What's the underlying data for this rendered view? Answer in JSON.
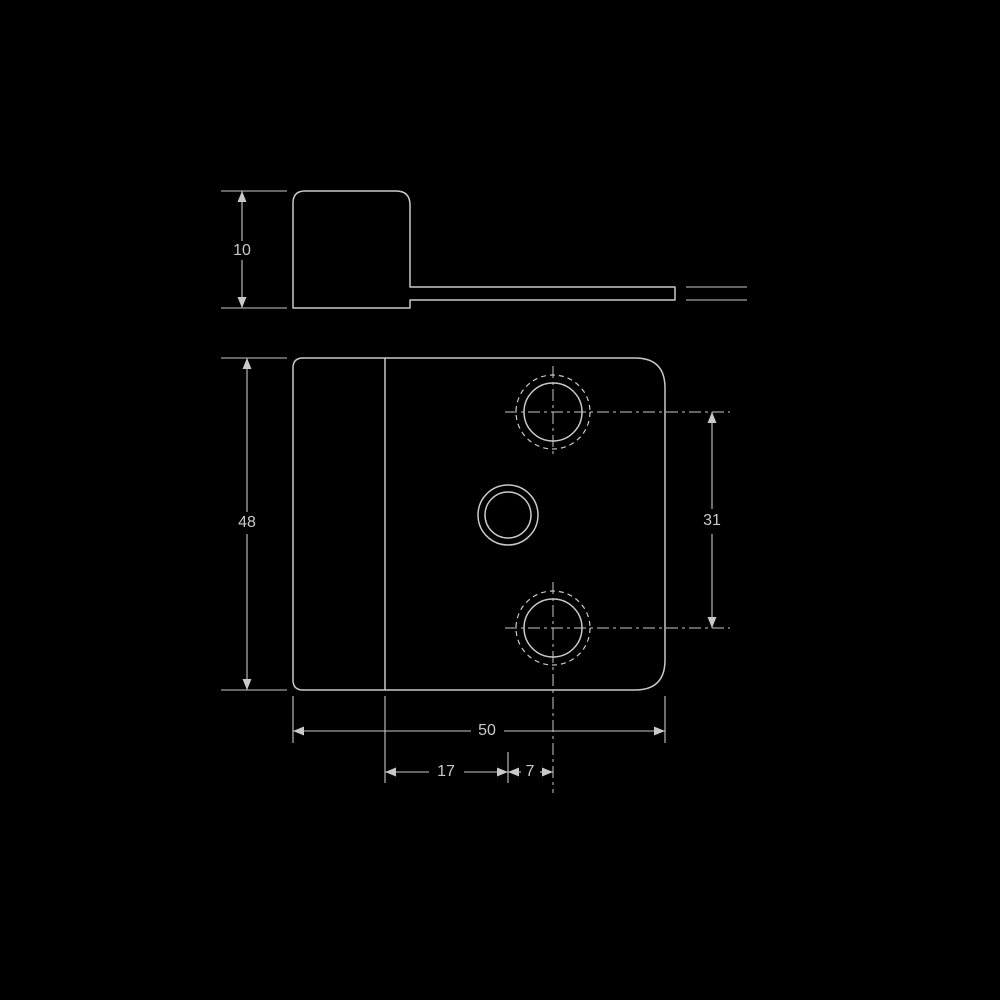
{
  "canvas": {
    "background_color": "#000000",
    "line_color": "#c9c9c9"
  },
  "drawing": {
    "type": "technical-dimension-drawing",
    "dimensions": {
      "side_height": "10",
      "plate_height": "48",
      "hole_spacing": "31",
      "plate_width": "50",
      "edge_to_first_hole": "17",
      "hole_offset": "7"
    }
  }
}
